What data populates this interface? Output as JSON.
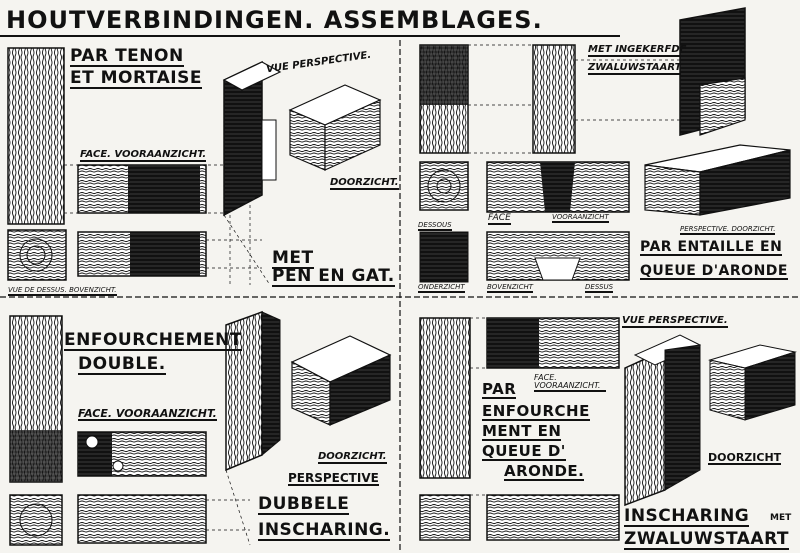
{
  "title": "HOUTVERBINDINGEN. ASSEMBLAGES.",
  "colors": {
    "ink": "#111111",
    "paper": "#f5f4f0"
  },
  "panels": [
    {
      "id": "tenon",
      "title_fr_1": "PAR TENON",
      "title_fr_2": "ET MORTAISE",
      "face_label": "FACE. VOORAANZICHT.",
      "perspective_label": "VUE PERSPECTIVE.",
      "doorzicht_label": "DOORZICHT.",
      "nl_1": "MET",
      "nl_2": "PEN EN GAT.",
      "top_view_label": "VUE DE DESSUS. BOVENZICHT."
    },
    {
      "id": "queue-aronde",
      "nl_1": "MET INGEKERFDE",
      "nl_2": "ZWALUWSTAART",
      "face_label": "FACE",
      "vooraanzicht_label": "VOORAANZICHT",
      "dessous_label": "DESSOUS",
      "onderzicht_label": "ONDERZICHT",
      "bovenzicht_label": "BOVENZICHT",
      "dessus_label": "DESSUS",
      "perspective_label": "PERSPECTIVE. DOORZICHT.",
      "fr_1": "PAR ENTAILLE EN",
      "fr_2": "QUEUE D'ARONDE"
    },
    {
      "id": "enfourchement",
      "fr_1": "ENFOURCHEMENT",
      "fr_2": "DOUBLE.",
      "face_label": "FACE. VOORAANZICHT.",
      "doorzicht_label": "DOORZICHT.",
      "perspective_label": "PERSPECTIVE",
      "nl_1": "DUBBELE",
      "nl_2": "INSCHARING."
    },
    {
      "id": "enfourchement-queue",
      "perspective_label": "VUE PERSPECTIVE.",
      "face_label": "FACE. VOORAANZICHT.",
      "fr_1": "PAR",
      "fr_2": "ENFOURCHE",
      "fr_3": "MENT EN",
      "fr_4": "QUEUE D'",
      "fr_5": "ARONDE.",
      "doorzicht_label": "DOORZICHT",
      "nl_1": "INSCHARING",
      "nl_1b": "MET",
      "nl_2": "ZWALUWSTAART"
    }
  ]
}
